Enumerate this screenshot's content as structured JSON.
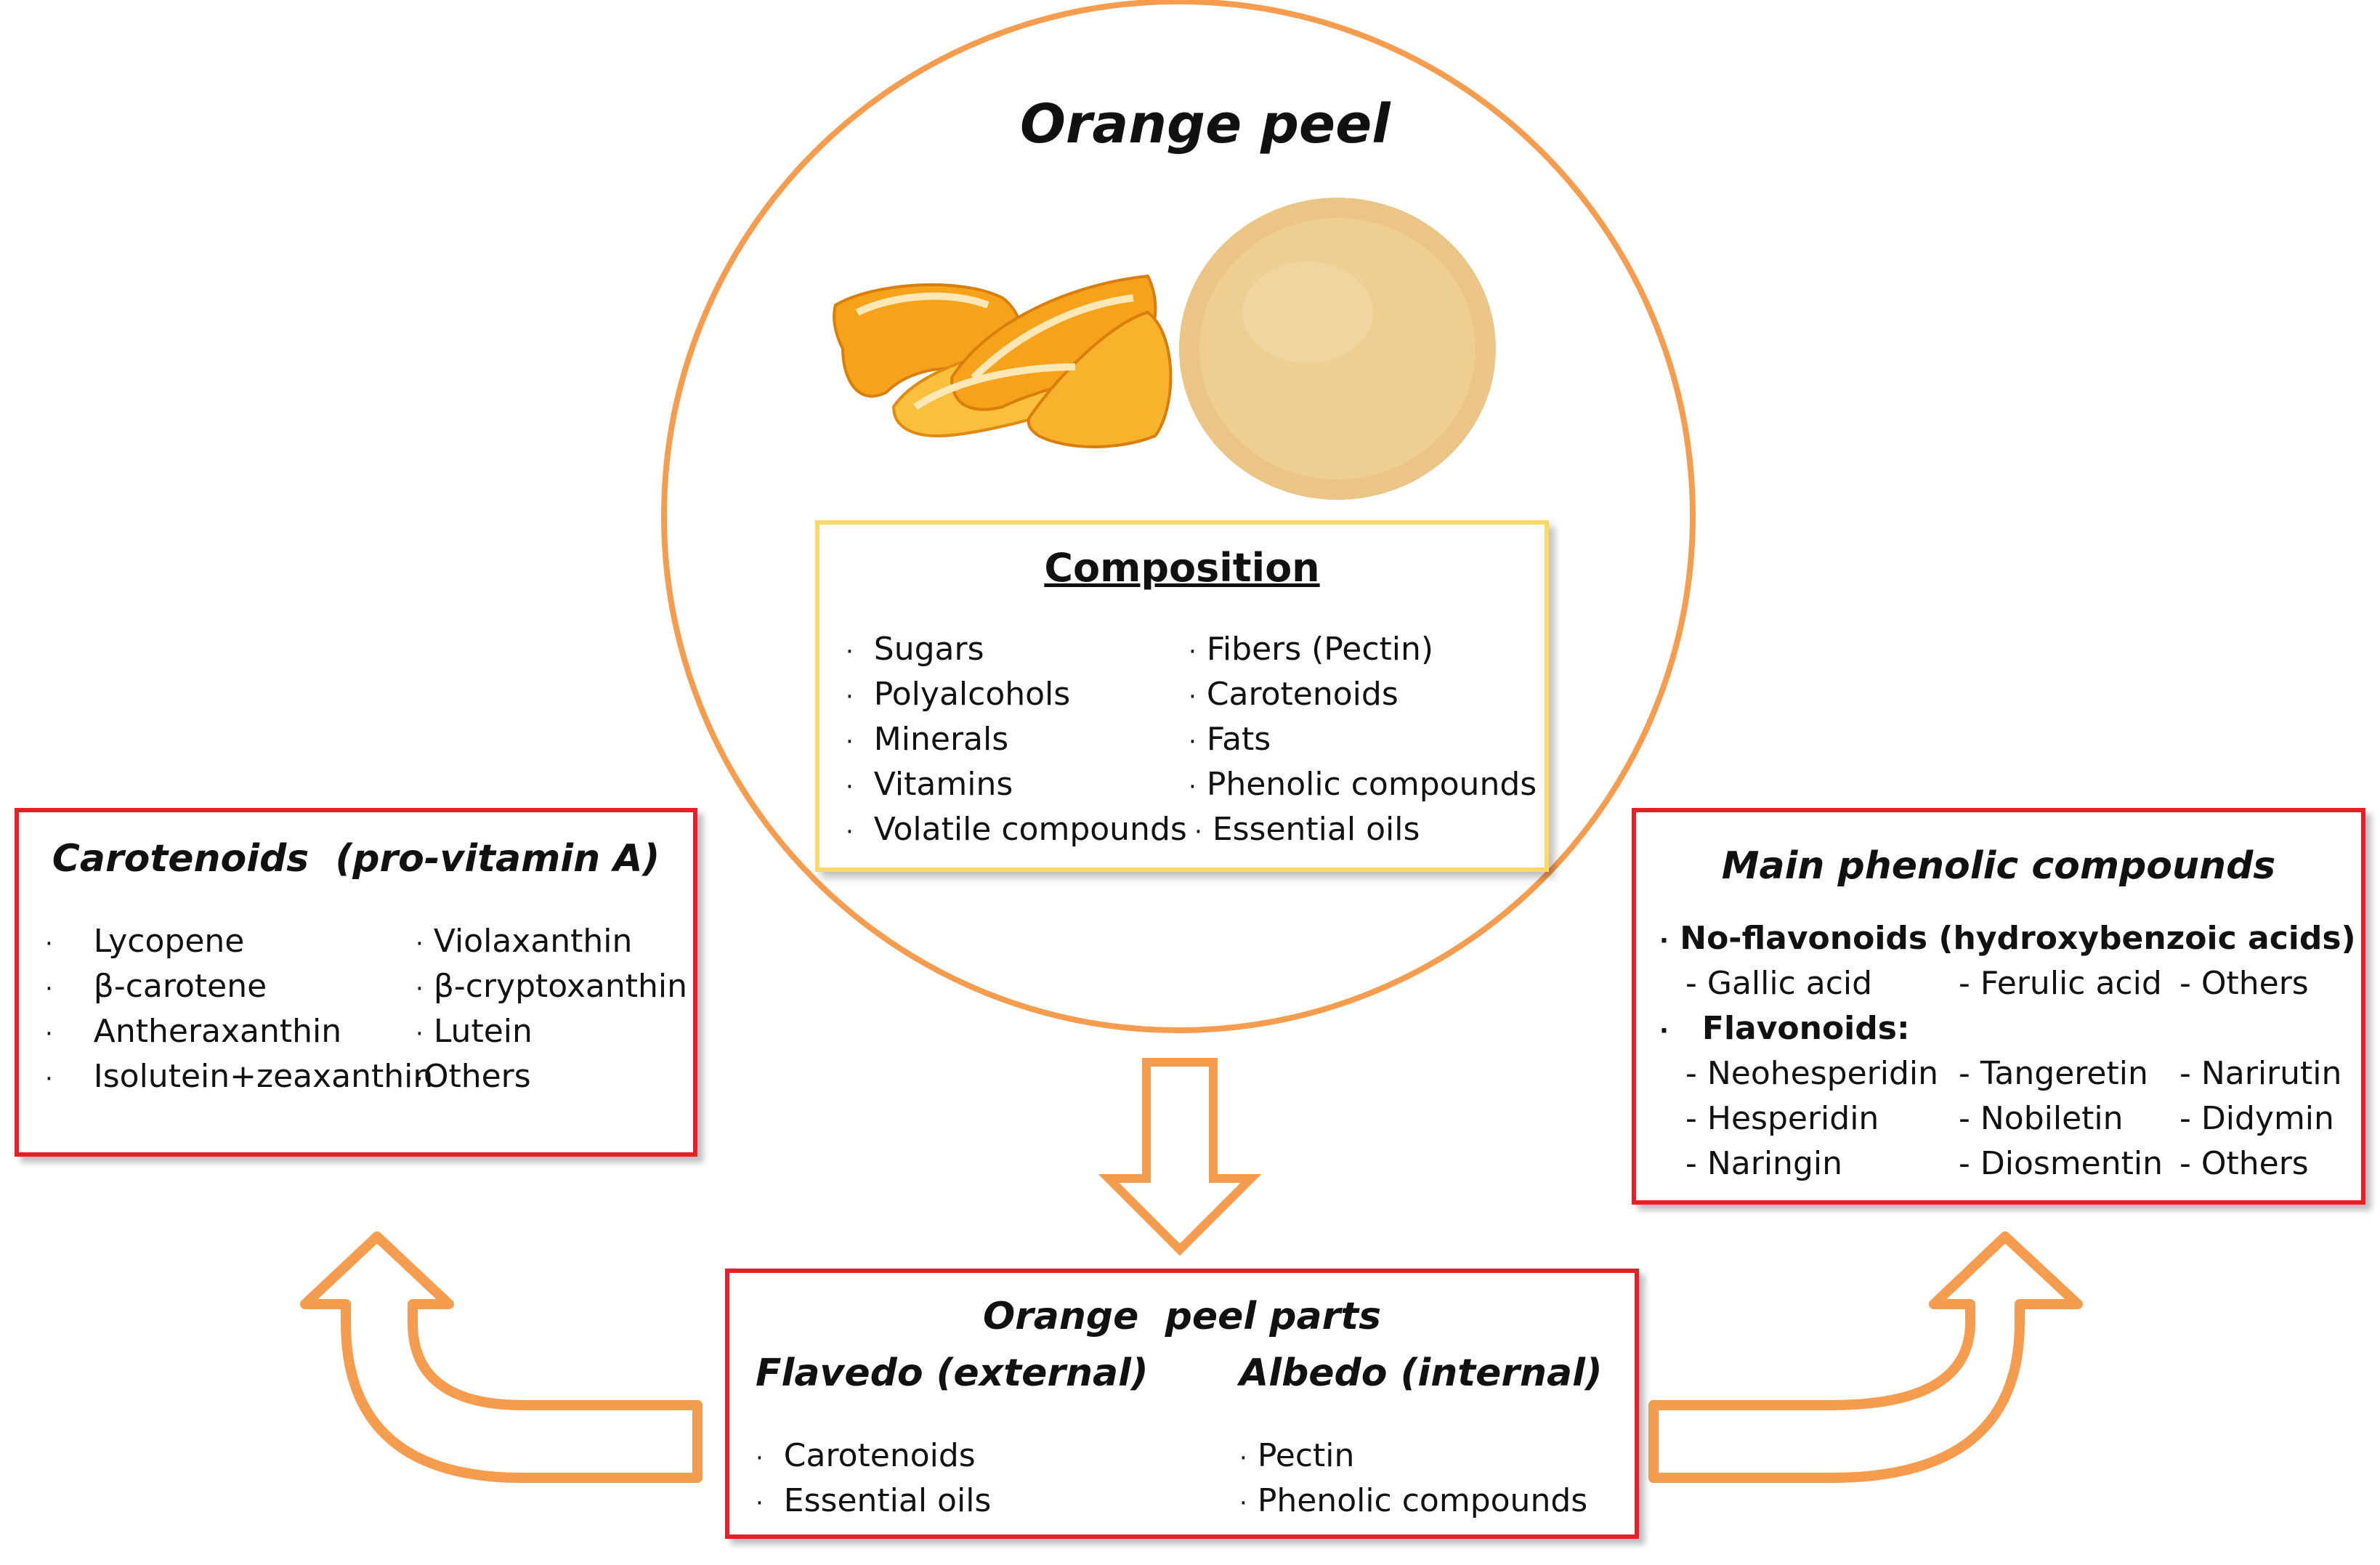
{
  "colors": {
    "orange": "#f59c4e",
    "red_border": "#ee1c24",
    "yellow_border": "#ffd966",
    "peel_orange": "#f7a21b",
    "powder": "#eac585"
  },
  "circle": {
    "title": "Orange peel"
  },
  "composition": {
    "heading": "Composition",
    "left": [
      "Sugars",
      "Polyalcohols",
      "Minerals",
      "Vitamins",
      "Volatile compounds"
    ],
    "right": [
      "Fibers (Pectin)",
      "Carotenoids",
      "Fats",
      "Phenolic compounds",
      "Essential oils"
    ]
  },
  "carotenoids": {
    "title": "Carotenoids  (pro-vitamin A)",
    "left": [
      "Lycopene",
      "β-carotene",
      "Antheraxanthin",
      "Isolutein+zeaxanthin"
    ],
    "right": [
      "Violaxanthin",
      "β-cryptoxanthin",
      "Lutein",
      "Others"
    ]
  },
  "phenolic": {
    "title": "Main phenolic compounds",
    "group1": "No-flavonoids (hydroxybenzoic acids)",
    "group1_items": [
      "- Gallic acid",
      "- Ferulic acid",
      "- Others"
    ],
    "group2": "Flavonoids:",
    "group2_items": [
      [
        "- Neohesperidin",
        "- Tangeretin",
        "- Narirutin"
      ],
      [
        "- Hesperidin",
        "- Nobiletin",
        "- Didymin"
      ],
      [
        "- Naringin",
        "- Diosmentin",
        "- Others"
      ]
    ]
  },
  "parts": {
    "title": "Orange  peel parts",
    "flavedo_title": "Flavedo (external)",
    "albedo_title": "Albedo (internal)",
    "flavedo_items": [
      "Carotenoids",
      "Essential oils"
    ],
    "albedo_items": [
      "Pectin",
      "Phenolic compounds"
    ]
  },
  "bullet": "·"
}
